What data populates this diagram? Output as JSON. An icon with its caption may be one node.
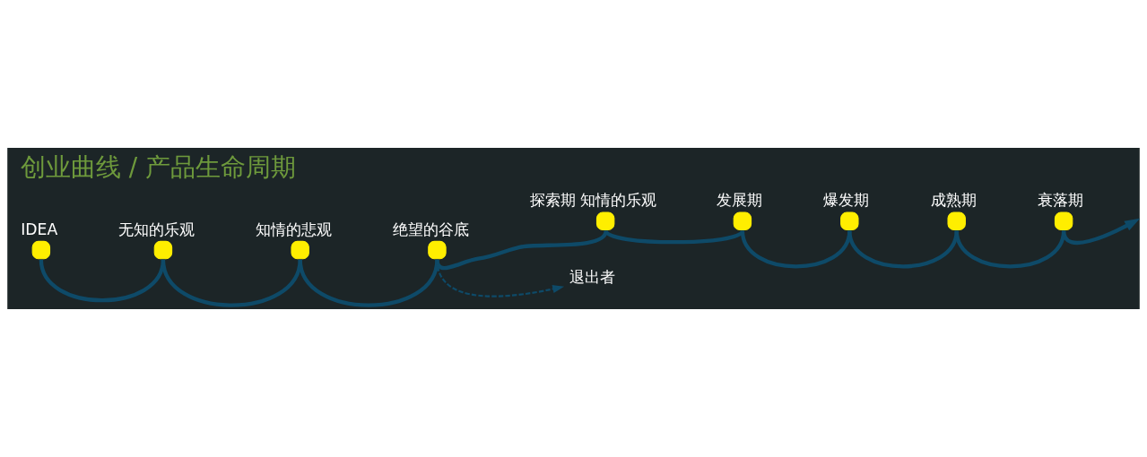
{
  "diagram": {
    "title": "创业曲线 / 产品生命周期",
    "nodes": [
      {
        "text": [],
        "shape": "circle",
        "beside": [
          "IDEA"
        ]
      },
      {
        "text": [],
        "shape": "circle",
        "beside": [
          "无知的乐观"
        ]
      },
      {
        "text": [],
        "shape": "circle",
        "beside": [
          "知情的悲观"
        ]
      },
      {
        "text": [],
        "shape": "circle",
        "beside": [
          "绝望的谷底"
        ]
      },
      {
        "text": [],
        "shape": "circle",
        "beside": [
          "探索期 知情的乐观"
        ]
      },
      {
        "text": [],
        "shape": "circle",
        "beside": [
          "发展期"
        ]
      },
      {
        "text": [],
        "shape": "circle",
        "beside": [
          "爆发期"
        ]
      },
      {
        "text": [],
        "shape": "circle",
        "beside": [
          "成熟期"
        ]
      },
      {
        "text": [],
        "shape": "circle",
        "beside": [
          "衰落期"
        ]
      },
      {
        "text": [
          "退出者"
        ]
      }
    ],
    "edges": [
      {
        "from": 0,
        "to": 1,
        "arrow": "none"
      },
      {
        "from": 1,
        "to": 2,
        "arrow": "none"
      },
      {
        "from": 2,
        "to": 3,
        "arrow": "none"
      },
      {
        "from": 3,
        "to": 4,
        "arrow": "none"
      },
      {
        "from": 4,
        "to": 5,
        "arrow": "none"
      },
      {
        "from": 5,
        "to": 6,
        "arrow": "none"
      },
      {
        "from": 6,
        "to": 7,
        "arrow": "none"
      },
      {
        "from": 7,
        "to": 8,
        "arrow": "none"
      },
      {
        "from": 8,
        "to": null,
        "arrow": "to"
      },
      {
        "from": 3,
        "to": 9,
        "arrow": "to",
        "style": "dashed"
      }
    ]
  }
}
